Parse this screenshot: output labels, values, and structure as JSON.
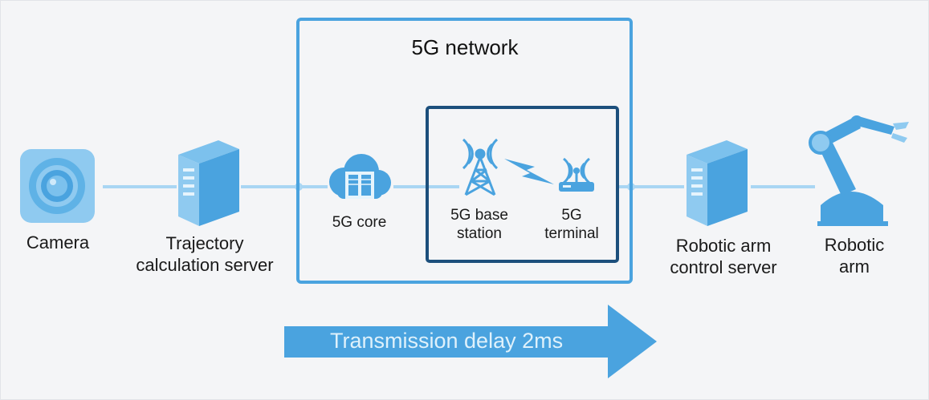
{
  "network": {
    "title": "5G network"
  },
  "nodes": {
    "camera": {
      "label": "Camera",
      "icon": "camera-icon"
    },
    "trajectory_server": {
      "label": "Trajectory\ncalculation server",
      "icon": "server-icon"
    },
    "core": {
      "label": "5G core",
      "icon": "cloud-server-icon"
    },
    "base_station": {
      "label": "5G base\nstation",
      "icon": "cell-tower-icon"
    },
    "terminal": {
      "label": "5G\nterminal",
      "icon": "router-icon"
    },
    "arm_server": {
      "label": "Robotic arm\ncontrol server",
      "icon": "server-icon"
    },
    "robotic_arm": {
      "label": "Robotic\narm",
      "icon": "robotic-arm-icon"
    }
  },
  "delay": {
    "label": "Transmission delay 2ms"
  },
  "colors": {
    "accent": "#4aa3df",
    "light_accent": "#8fcaf0",
    "dark_box": "#1c4f7c",
    "arrow": "#4aa3df"
  }
}
